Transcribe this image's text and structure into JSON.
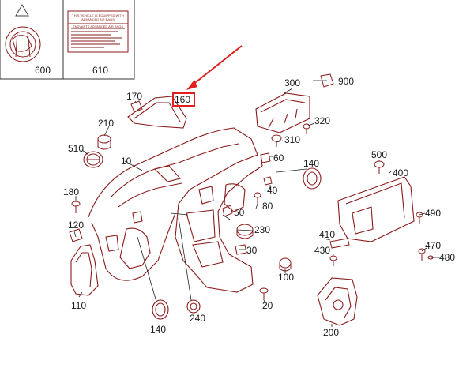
{
  "colors": {
    "part_outline": "#8a1a1a",
    "leader_line": "#222222",
    "highlight": "#e01e1e",
    "text": "#1a1a1a"
  },
  "inset": {
    "left_label": "600",
    "right_label": "610",
    "warning_title": "THIS VEHICLE IS EQUIPPED WITH ADVANCED AIR BAGS",
    "warning_subtitle": "ENDVANTS ADVANCED AIR BAGS",
    "icons": [
      "airbag-warning-icon",
      "child-seat-icon"
    ]
  },
  "highlight": {
    "label": "160",
    "arrow": "red-arrow-icon"
  },
  "parts": {
    "p10": "10",
    "p20": "20",
    "p30": "30",
    "p40": "40",
    "p50": "50",
    "p60": "60",
    "p80": "80",
    "p100": "100",
    "p110": "110",
    "p120": "120",
    "p140a": "140",
    "p140b": "140",
    "p170": "170",
    "p180": "180",
    "p200": "200",
    "p210": "210",
    "p230": "230",
    "p240": "240",
    "p300": "300",
    "p310": "310",
    "p320": "320",
    "p400": "400",
    "p410": "410",
    "p430": "430",
    "p470": "470",
    "p480": "480",
    "p490": "490",
    "p500": "500",
    "p510": "510",
    "p900": "900"
  }
}
